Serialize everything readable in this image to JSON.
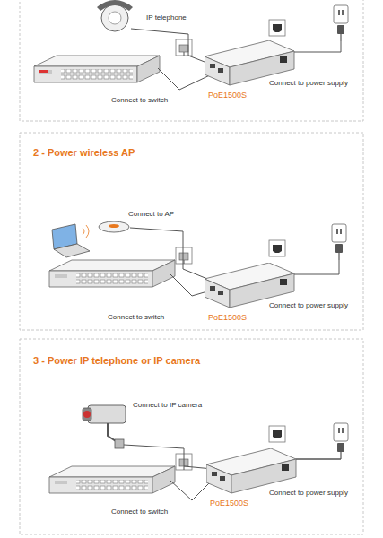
{
  "diagram": {
    "nodes": [
      {
        "text": [
          "PoE1500S"
        ]
      },
      {
        "text": [
          "PoE1500S"
        ]
      },
      {
        "text": [
          "PoE1500S"
        ]
      }
    ],
    "labels": [
      "IP telephone",
      "Connect to power supply",
      "Connect to switch",
      "2 - Power wireless AP",
      "Connect to AP",
      "Connect to power supply",
      "Connect to switch",
      "3 - Power IP telephone or IP camera",
      "Connect to IP camera",
      "Connect to power supply",
      "Connect to switch"
    ]
  }
}
